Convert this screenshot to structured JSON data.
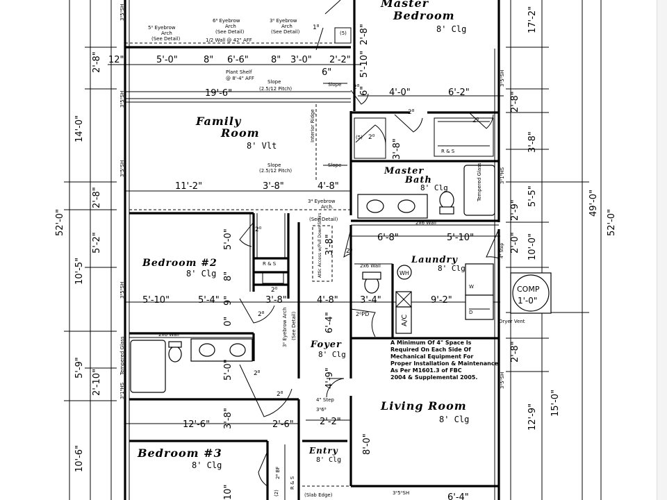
{
  "rooms": {
    "master_bedroom": {
      "name_line1": "Master",
      "name_line2": "Bedroom",
      "ceiling": "8' Clg"
    },
    "family_room": {
      "name_line1": "Family",
      "name_line2": "Room",
      "ceiling": "8' Vlt"
    },
    "master_bath": {
      "name_line1": "Master",
      "name_line2": "Bath",
      "ceiling": "8' Clg"
    },
    "bedroom2": {
      "name": "Bedroom #2",
      "ceiling": "8' Clg"
    },
    "laundry": {
      "name": "Laundry",
      "ceiling": "8' Clg"
    },
    "foyer": {
      "name": "Foyer",
      "ceiling": "8' Clg"
    },
    "living_room": {
      "name": "Living Room",
      "ceiling": "8' Clg"
    },
    "bedroom3": {
      "name": "Bedroom #3",
      "ceiling": "8' Clg"
    },
    "entry": {
      "name": "Entry",
      "ceiling": "8' Clg"
    }
  },
  "labels": {
    "eyebrow1": "5⁰ Eyebrow",
    "arch1": "Arch",
    "detail1": "(See Detail)",
    "eyebrow2": "6⁶ Eyebrow",
    "arch2": "Arch",
    "detail2": "(See Detail)",
    "eyebrow3": "3⁰ Eyebrow",
    "arch3": "Arch",
    "detail3": "(See Detail)",
    "half_wall": "1/2 Wall @ 42\" AFF",
    "plant_shelf": "Plant Shelf",
    "plant_shelf_height": "@ 8'-4\" AFF",
    "slope1": "Slope",
    "pitch1": "(2.5/12 Pitch)",
    "slope2": "Slope",
    "pitch2": "(2.5/12 Pitch)",
    "slope_arrow1": "Slope",
    "slope_arrow2": "Slope",
    "interior_ridge": "Interior Ridge",
    "eyebrow_arch_mid": "3⁴ Eyebrow",
    "arch_mid": "Arch.",
    "detail_mid": "(See Detail)",
    "rs1": "R & S",
    "rs2": "R & S",
    "rs3": "R & S",
    "wall_2x6_1": "2x6 Wall",
    "wall_2x6_2": "2x6 Wall",
    "wall_2x6_3": "2x6 Wall",
    "tempered_glass1": "Tempered Glass",
    "tempered_glass2": "Tempered Glass",
    "attic_access": "Attic Access w/Pull Down Stairs",
    "eyebrow_vert": "3⁰ Eyebrow Arch",
    "see_detail_vert": "(See Detail)",
    "wh": "WH",
    "ac": "A/C",
    "pd": "2⁰PD",
    "comp": "COMP",
    "comp_dim": "1'-0\"",
    "dryer_vent": "Dryer Vent",
    "step1": "4\" Step",
    "step2": "4\" Step",
    "step_door": "3⁰6⁸",
    "slab_edge": "(Slab Edge)",
    "mech_note": [
      "A Minimum Of 4\" Space Is",
      "Required On Each Side Of",
      "Mechanical Equipment For",
      "Proper Installation & Maintenance,",
      "As Per M1601.3 of FBC",
      "2004 & Supplemental 2005."
    ],
    "w": "W",
    "d": "D",
    "five": "(5)",
    "five2": "(5)",
    "bf": "2⁶ BF",
    "two": "(2)",
    "sh1": "3⁰5⁰SH",
    "sh2": "3⁰5⁰SH",
    "sh3": "3⁰5⁰SH",
    "sh4": "3⁰5⁰SH",
    "sh5": "3⁰5⁰SH",
    "sh6": "3⁰5⁰SH",
    "sh_top": "3⁰5⁰SH",
    "hs1": "3⁰1⁶HS",
    "hs2": "3⁰1⁶HS"
  },
  "dims": {
    "top_2_8": "2'-8\"",
    "d12": "12\"",
    "d5_0": "5'-0\"",
    "d8": "8\"",
    "d6_6": "6'-6\"",
    "d8b": "8\"",
    "d3_0": "3'-0\"",
    "d2_2": "2'-2\"",
    "d6": "6\"",
    "d19_6": "19'-6\"",
    "d4_0": "4'-0\"",
    "d6_2": "6'-2\"",
    "d11_2": "11'-2\"",
    "d3_8": "3'-8\"",
    "d4_8": "4'-8\"",
    "d6_8": "6'-8\"",
    "d5_10": "5'-10\"",
    "d5_10b": "5'-10\"",
    "d5_4": "5'-4\"",
    "d3_8b": "3'-8\"",
    "d4_8b": "4'-8\"",
    "d3_4": "3'-4\"",
    "d9_2": "9'-2\"",
    "d12_6": "12'-6\"",
    "d2_6": "2'-6\"",
    "d2_2b": "2'-2\"",
    "d6_4": "6'-4\"",
    "v14_0": "14'-0\"",
    "v52_0": "52'-0\"",
    "v2_8": "2'-8\"",
    "v5_2": "5'-2\"",
    "v10_5": "10'-5\"",
    "v5_9": "5'-9\"",
    "v2_10": "2'-10\"",
    "v10_6": "10'-6\"",
    "v10b": "10\"",
    "v5_0": "5'-0\"",
    "v8": "8\"",
    "v9": "9\"",
    "v5_0b": "5'-0\"",
    "v3_8": "3'-8\"",
    "v3_8b": "3'-8\"",
    "v6_4": "6'-4\"",
    "v4_9": "4'-9\"",
    "v8_0": "8'-0\"",
    "vr17_2": "17'-2\"",
    "vr2_8": "2'-8\"",
    "vr3_8": "3'-8\"",
    "vr5_5": "5'-5\"",
    "vr2_9": "2'-9\"",
    "vr10_0": "10'-0\"",
    "vr2_0": "2'-0\"",
    "vr2_8b": "2'-8\"",
    "vr12_9": "12'-9\"",
    "vr15_0": "15'-0\"",
    "vr49_0": "49'-0\"",
    "vr52_0": "52'-0\"",
    "v2_8top": "2'-8\"",
    "v5_10": "5'-10\"",
    "v6b": "6\"",
    "v3_8c": "3'-8\"",
    "v0b": "0\""
  },
  "door_labels": {
    "d20a": "2⁰",
    "d20b": "2⁰",
    "d28a": "2⁸",
    "d28b": "2⁸",
    "d28c": "2⁸",
    "d28d": "2⁸",
    "d28e": "2⁸",
    "d26": "2⁶",
    "d20c": "2⁰",
    "d20d": "2⁰",
    "d18": "1⁸",
    "d28f": "2⁸",
    "d28g": "2⁸",
    "d28h": "2⁸"
  }
}
